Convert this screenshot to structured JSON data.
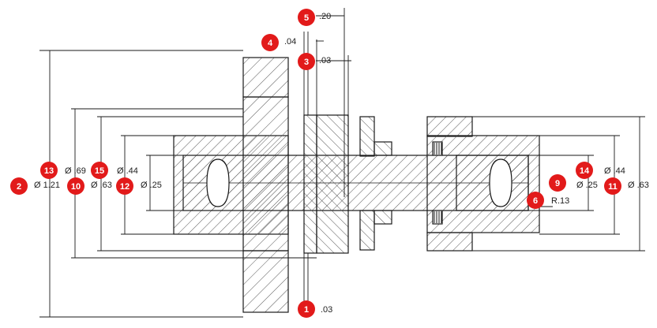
{
  "colors": {
    "bubble": "#e21a1a",
    "bubble_text": "#ffffff",
    "line": "#1a1a1a",
    "hatch": "#555555"
  },
  "balloons": [
    {
      "id": "1",
      "number": "1"
    },
    {
      "id": "2",
      "number": "2"
    },
    {
      "id": "3",
      "number": "3"
    },
    {
      "id": "4",
      "number": "4"
    },
    {
      "id": "5",
      "number": "5"
    },
    {
      "id": "6",
      "number": "6"
    },
    {
      "id": "9",
      "number": "9"
    },
    {
      "id": "10",
      "number": "10"
    },
    {
      "id": "11",
      "number": "11"
    },
    {
      "id": "12",
      "number": "12"
    },
    {
      "id": "13",
      "number": "13"
    },
    {
      "id": "14",
      "number": "14"
    },
    {
      "id": "15",
      "number": "15"
    }
  ],
  "dimensions": {
    "d1": ".03",
    "d2": "Ø 1.21",
    "d3": ".03",
    "d4": ".04",
    "d5": ".20",
    "d6": "R.13",
    "d9": "Ø .25",
    "d10": "Ø .63",
    "d11": "Ø .63",
    "d12": "Ø .25",
    "d13": "Ø .69",
    "d14": "Ø .44",
    "d15": "Ø .44"
  }
}
